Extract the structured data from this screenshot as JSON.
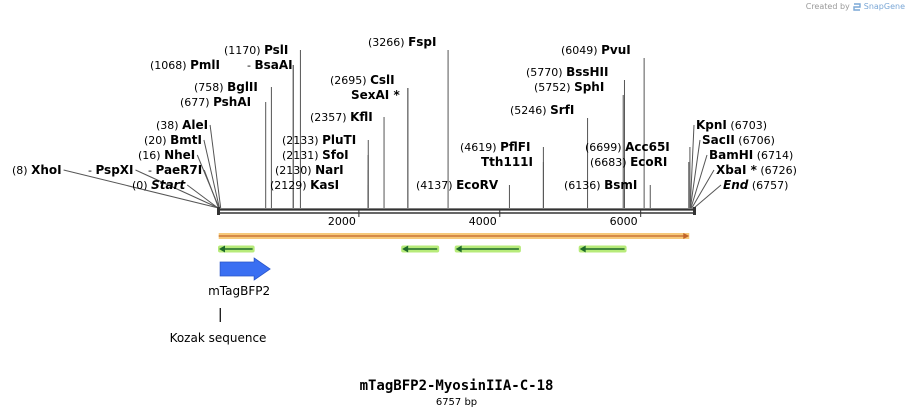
{
  "header": {
    "credit_prefix": "Created by",
    "credit_brand": "SnapGene",
    "logo_icon": "snapgene-logo-icon"
  },
  "plasmid": {
    "name": "mTagBFP2-MyosinIIA-C-18",
    "length_label": "6757 bp",
    "length": 6757
  },
  "axis": {
    "ticks": [
      {
        "pos": 2000,
        "label": "2000"
      },
      {
        "pos": 4000,
        "label": "4000"
      },
      {
        "pos": 6000,
        "label": "6000"
      }
    ]
  },
  "sites": [
    {
      "num": "(8)",
      "name": "XhoI",
      "pos": 8
    },
    {
      "name": "PspXI",
      "pos": 8
    },
    {
      "name": "PaeR7I",
      "pos": 8
    },
    {
      "num": "(0)",
      "name": "Start",
      "pos": 0
    },
    {
      "num": "(16)",
      "name": "NheI",
      "pos": 16
    },
    {
      "num": "(20)",
      "name": "BmtI",
      "pos": 20
    },
    {
      "num": "(38)",
      "name": "AleI",
      "pos": 38
    },
    {
      "num": "(677)",
      "name": "PshAI",
      "pos": 677
    },
    {
      "num": "(758)",
      "name": "BglII",
      "pos": 758
    },
    {
      "num": "(1068)",
      "name": "PmlI",
      "pos": 1068
    },
    {
      "name": "BsaAI",
      "pos": 1068
    },
    {
      "num": "(1170)",
      "name": "PslI",
      "pos": 1170
    },
    {
      "num": "(2129)",
      "name": "KasI",
      "pos": 2129
    },
    {
      "num": "(2130)",
      "name": "NarI",
      "pos": 2130
    },
    {
      "num": "(2131)",
      "name": "SfoI",
      "pos": 2131
    },
    {
      "num": "(2133)",
      "name": "PluTI",
      "pos": 2133
    },
    {
      "num": "(2357)",
      "name": "KflI",
      "pos": 2357
    },
    {
      "name": "SexAI *",
      "pos": 2695
    },
    {
      "num": "(2695)",
      "name": "CslI",
      "pos": 2695
    },
    {
      "num": "(3266)",
      "name": "FspI",
      "pos": 3266
    },
    {
      "num": "(4137)",
      "name": "EcoRV",
      "pos": 4137
    },
    {
      "name": "Tth111I",
      "pos": 4619
    },
    {
      "num": "(4619)",
      "name": "PflFI",
      "pos": 4619
    },
    {
      "num": "(5246)",
      "name": "SrfI",
      "pos": 5246
    },
    {
      "num": "(5752)",
      "name": "SphI",
      "pos": 5752
    },
    {
      "num": "(5770)",
      "name": "BssHII",
      "pos": 5770
    },
    {
      "num": "(6049)",
      "name": "PvuI",
      "pos": 6049
    },
    {
      "num": "(6136)",
      "name": "BsmI",
      "pos": 6136
    },
    {
      "num": "(6683)",
      "name": "EcoRI",
      "pos": 6683
    },
    {
      "num": "(6699)",
      "name": "Acc65I",
      "pos": 6699
    },
    {
      "num": "(6703)",
      "name": "KpnI",
      "pos": 6703
    },
    {
      "num": "(6706)",
      "name": "SacII",
      "pos": 6706
    },
    {
      "num": "(6714)",
      "name": "BamHI",
      "pos": 6714
    },
    {
      "num": "(6726)",
      "name": "XbaI *",
      "pos": 6726
    },
    {
      "num": "(6757)",
      "name": "End",
      "pos": 6757
    }
  ],
  "features": [
    {
      "type": "orf",
      "start": 10,
      "end": 6690,
      "direction": "forward"
    },
    {
      "type": "primer-region",
      "start": 0,
      "end": 520,
      "direction": "reverse"
    },
    {
      "type": "primer-region",
      "start": 2600,
      "end": 3140,
      "direction": "reverse"
    },
    {
      "type": "primer-region",
      "start": 3360,
      "end": 4300,
      "direction": "reverse"
    },
    {
      "type": "primer-region",
      "start": 5120,
      "end": 5800,
      "direction": "reverse"
    },
    {
      "type": "cds",
      "name": "mTagBFP2",
      "start": 30,
      "end": 740,
      "direction": "forward"
    },
    {
      "type": "regulatory",
      "name": "Kozak sequence",
      "start": 18,
      "end": 30
    }
  ],
  "colors": {
    "backbone": "#333333",
    "orf_fill": "#f5c36b",
    "orf_stroke": "#c1642a",
    "primer_glow": "#b7eb7a",
    "primer_arrow": "#1f6b2a",
    "cds": "#3a6ff2",
    "site_line": "#555555"
  }
}
